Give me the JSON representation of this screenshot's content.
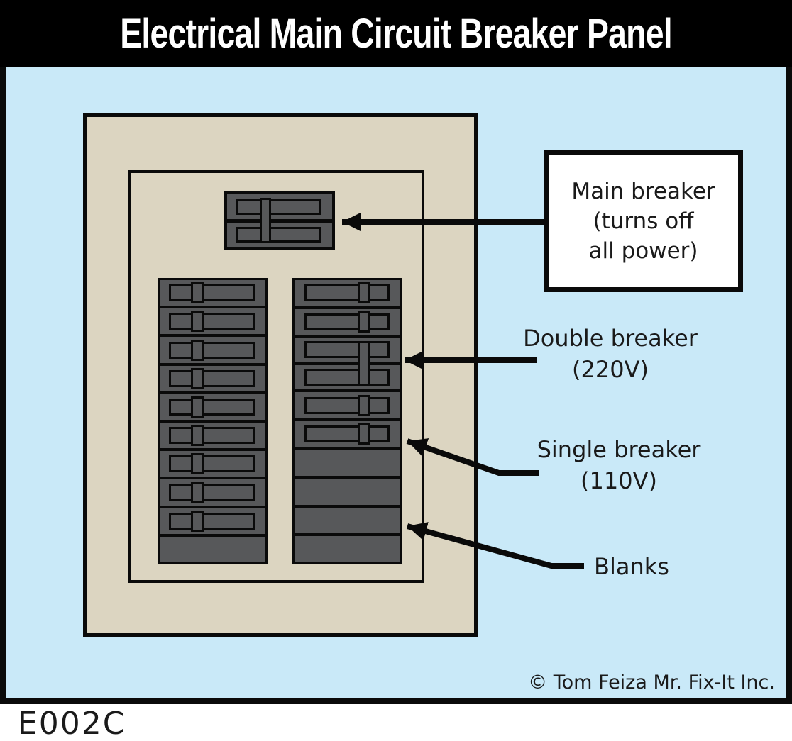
{
  "title": "Electrical Main Circuit Breaker Panel",
  "callouts": {
    "main_breaker": {
      "lines": [
        "Main breaker",
        "(turns off",
        "all power)"
      ]
    },
    "double_breaker": {
      "lines": [
        "Double breaker",
        "(220V)"
      ]
    },
    "single_breaker": {
      "lines": [
        "Single breaker",
        "(110V)"
      ]
    },
    "blanks": {
      "lines": [
        "Blanks"
      ]
    }
  },
  "copyright": "© Tom Feiza Mr. Fix-It Inc.",
  "figure_code": "E002C",
  "diagram": {
    "main_breaker_slots": 2,
    "columns": {
      "left": {
        "toggle_side": "left",
        "rows": [
          "single",
          "single",
          "single",
          "single",
          "single",
          "single",
          "single",
          "single",
          "single",
          "blank"
        ]
      },
      "right": {
        "toggle_side": "right",
        "rows": [
          "single",
          "single",
          "double",
          "single",
          "single",
          "blank",
          "blank",
          "blank",
          "blank"
        ]
      }
    }
  },
  "colors": {
    "background_blue": "#c9e9f8",
    "panel_tan": "#dcd5c1",
    "breaker_gray": "#57585a",
    "outline_black": "#0a0a0a",
    "title_bg": "#000000",
    "title_text": "#ffffff",
    "callout_box_bg": "#ffffff",
    "text_black": "#1a1a1a"
  }
}
